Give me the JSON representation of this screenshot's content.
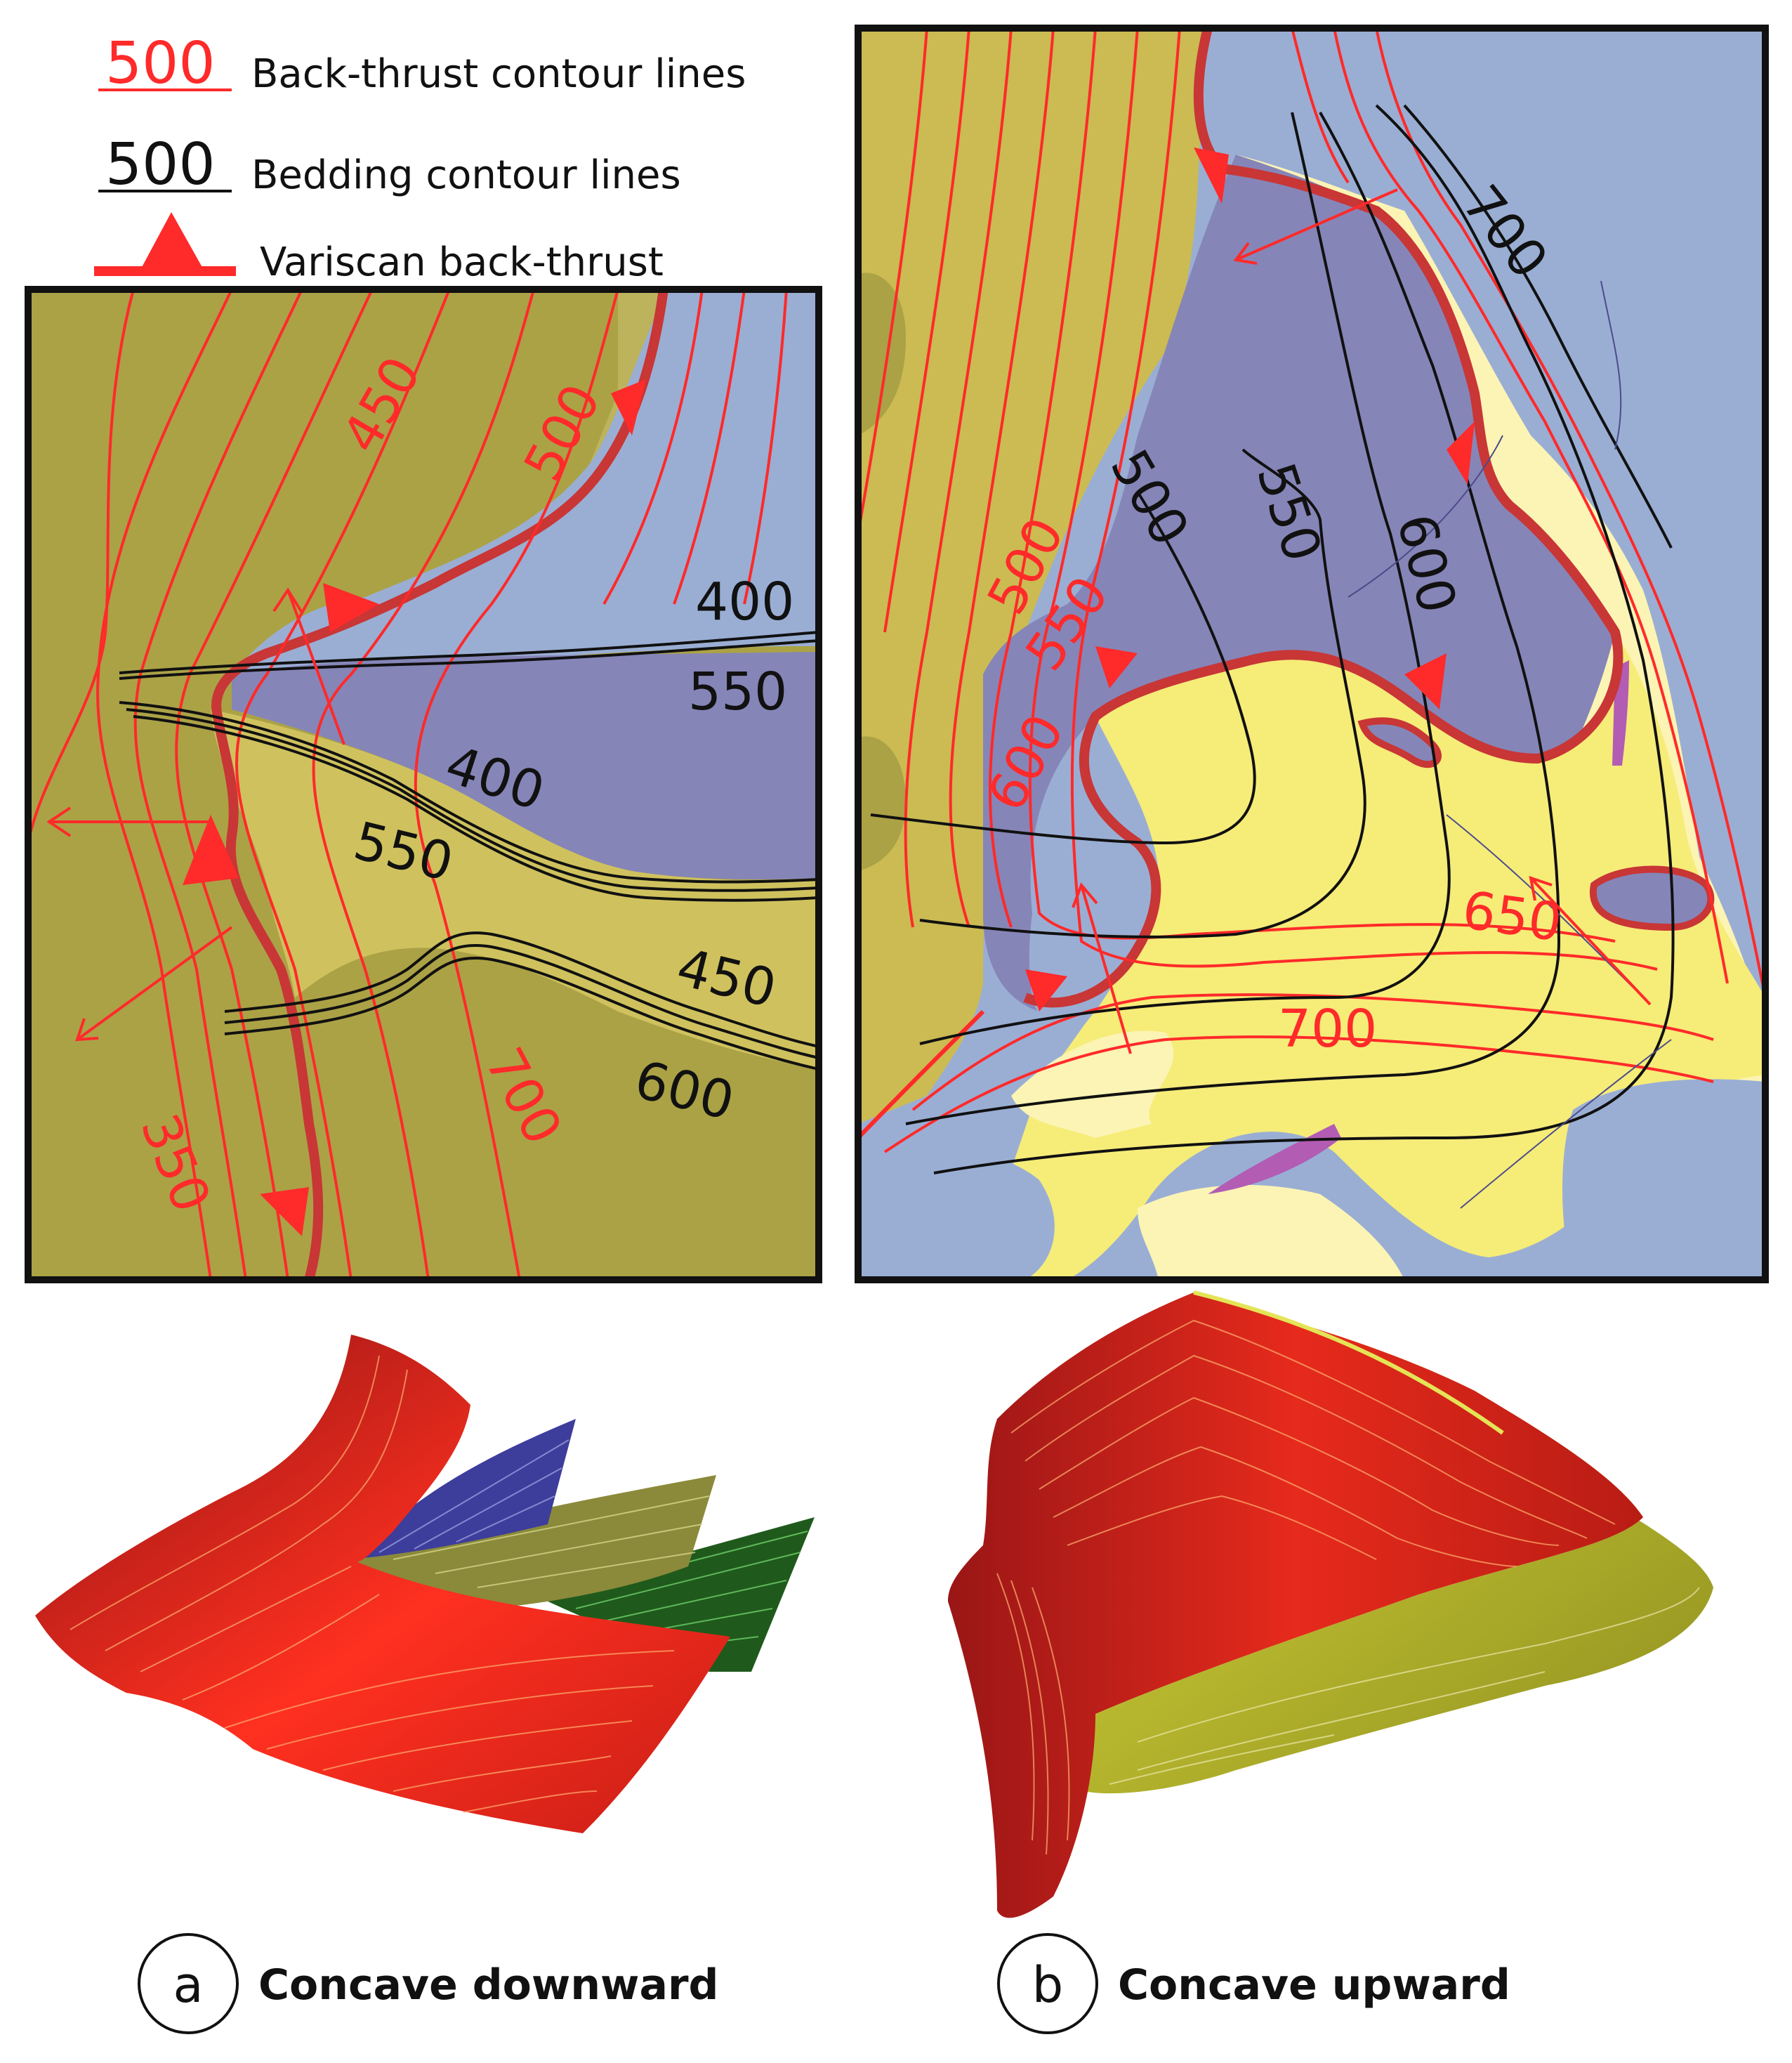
{
  "legend": {
    "back_thrust_sample": "500",
    "back_thrust_label": "Back-thrust contour lines",
    "bedding_sample": "500",
    "bedding_label": "Bedding  contour lines",
    "variscan_label": "Variscan back-thrust"
  },
  "panel_a": {
    "letter": "a",
    "caption": "Concave downward",
    "red_labels": [
      "450",
      "500",
      "700",
      "350"
    ],
    "black_labels": [
      "400",
      "550",
      "400",
      "550",
      "450",
      "600"
    ]
  },
  "panel_b": {
    "letter": "b",
    "caption": "Concave upward",
    "red_labels": [
      "500",
      "550",
      "600",
      "650",
      "700"
    ],
    "black_labels": [
      "700",
      "500",
      "550",
      "600"
    ]
  },
  "colors": {
    "back_thrust": "#ff2a2a",
    "bedding": "#111111",
    "olive": "#aba246",
    "blue_light": "#9aaed4",
    "blue_dark": "#8685b8",
    "yellow": "#f6ec78",
    "pale_yellow": "#fcf4b4"
  }
}
